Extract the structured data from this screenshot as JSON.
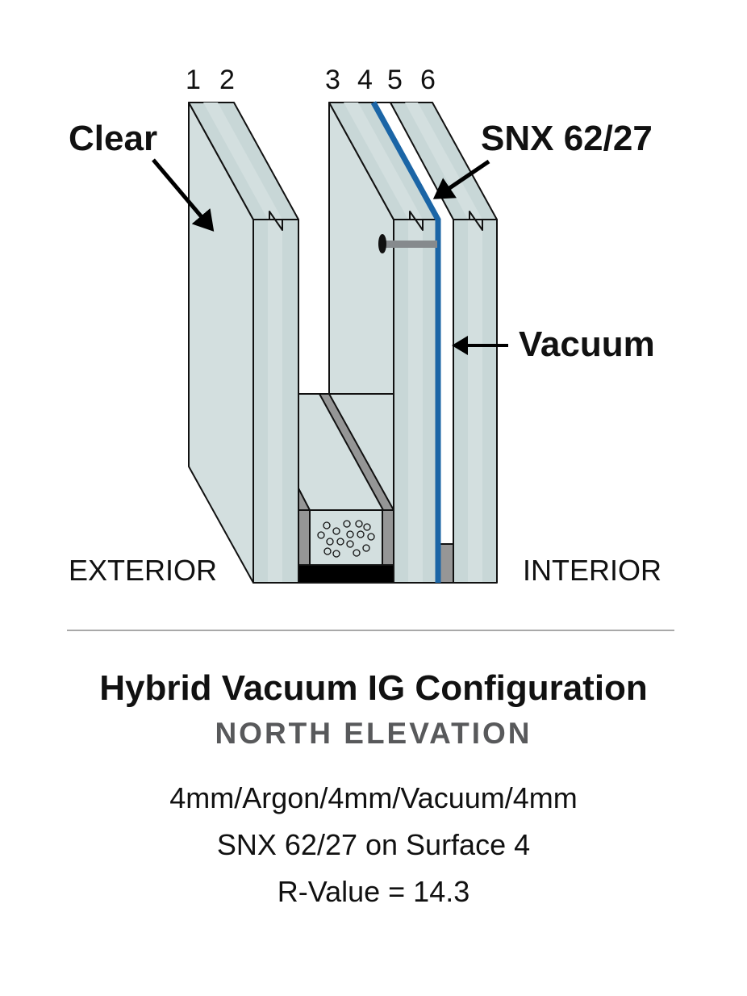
{
  "surface_numbers": [
    "1",
    "2",
    "3",
    "4",
    "5",
    "6"
  ],
  "callouts": {
    "clear": "Clear",
    "coating": "SNX 62/27",
    "vacuum": "Vacuum"
  },
  "sides": {
    "exterior": "EXTERIOR",
    "interior": "INTERIOR"
  },
  "title": "Hybrid Vacuum IG Configuration",
  "subtitle": "NORTH ELEVATION",
  "specs": [
    "4mm/Argon/4mm/Vacuum/4mm",
    "SNX 62/27 on Surface 4",
    "R-Value = 14.3"
  ],
  "colors": {
    "glass": "#d3dfdf",
    "glass_stripe": "#c5d5d5",
    "coating": "#1b65a6",
    "spacer": "#959696",
    "subtitle": "#58595b"
  }
}
